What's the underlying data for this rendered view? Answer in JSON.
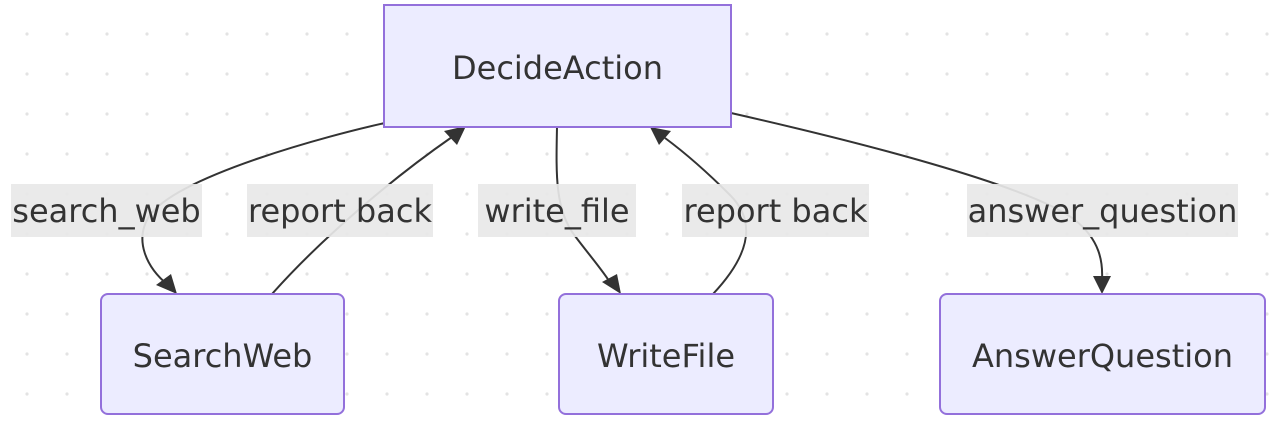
{
  "nodes": {
    "decide_action": "DecideAction",
    "search_web": "SearchWeb",
    "write_file": "WriteFile",
    "answer_question": "AnswerQuestion"
  },
  "edges": {
    "search_web": "search_web",
    "report_back_search": "report back",
    "write_file": "write_file",
    "report_back_write": "report back",
    "answer_question": "answer_question"
  },
  "colors": {
    "node_fill": "#ececff",
    "node_border": "#9370db",
    "edge": "#333333",
    "label_background": "#e8e8e8",
    "text": "#333333",
    "background_dots": "#e3e3e3"
  }
}
